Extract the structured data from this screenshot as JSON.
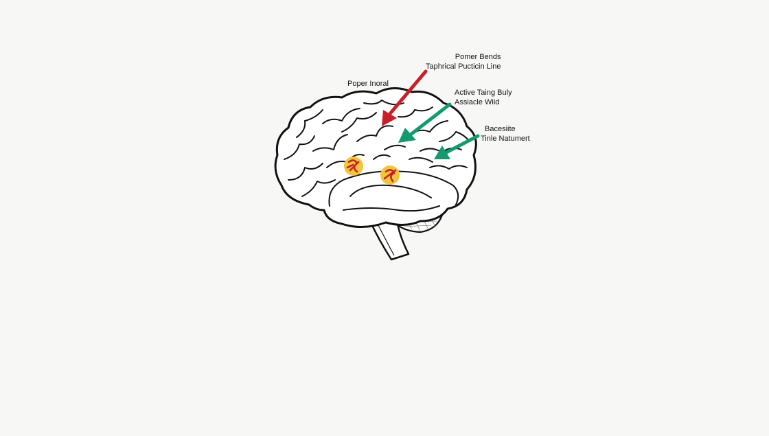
{
  "annotations": {
    "top_left": "Poper Inoral",
    "red_arrow": {
      "line1": "Pomer Bends",
      "line2": "Taphrical Pucticin Line"
    },
    "green_arrow_upper": {
      "line1": "Active Taing Buly",
      "line2": "Assiacle Wiid"
    },
    "green_arrow_lower": {
      "line1": "Bacesiite",
      "line2": "Tinle Natumert"
    }
  },
  "colors": {
    "background": "#f7f7f6",
    "outline": "#111111",
    "red_arrow": "#c8202a",
    "green_arrow": "#149a6e",
    "marker_fill": "#f2c53d",
    "marker_glyph": "#c8202a"
  },
  "icons": [
    "brain-outline",
    "red-arrow",
    "green-arrow",
    "activity-marker-icon"
  ]
}
